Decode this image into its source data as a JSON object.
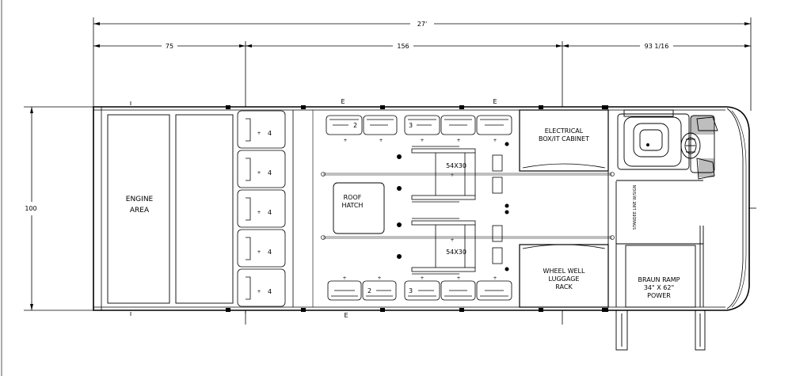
{
  "dimensions": {
    "overall_length": "27'",
    "rear_section": "75",
    "middle_section": "156",
    "front_section": "93 1/16",
    "width": "100"
  },
  "areas": {
    "engine_line1": "ENGINE",
    "engine_line2": "AREA",
    "roof_hatch_line1": "ROOF",
    "roof_hatch_line2": "HATCH",
    "electrical_line1": "ELECTRICAL",
    "electrical_line2": "BOX/IT CABINET",
    "wheel_well_line1": "WHEEL WELL",
    "wheel_well_line2": "LUGGAGE",
    "wheel_well_line3": "RACK",
    "ramp_line1": "BRAUN RAMP",
    "ramp_line2": "34\" X 62\"",
    "ramp_line3": "POWER",
    "standee_line": "STANDEE LINE W/SIGN"
  },
  "rear_bench": {
    "seat_count_label": "4"
  },
  "seating": {
    "top_double": "2",
    "top_triple": "3",
    "bottom_double": "2",
    "bottom_triple": "3"
  },
  "wheelchair": {
    "upper_size": "54X30",
    "lower_size": "54X30"
  },
  "exit_markers": {
    "top_left": "E",
    "top_right": "E",
    "bottom": "E"
  },
  "colors": {
    "line": "#000000",
    "background": "#ffffff"
  }
}
